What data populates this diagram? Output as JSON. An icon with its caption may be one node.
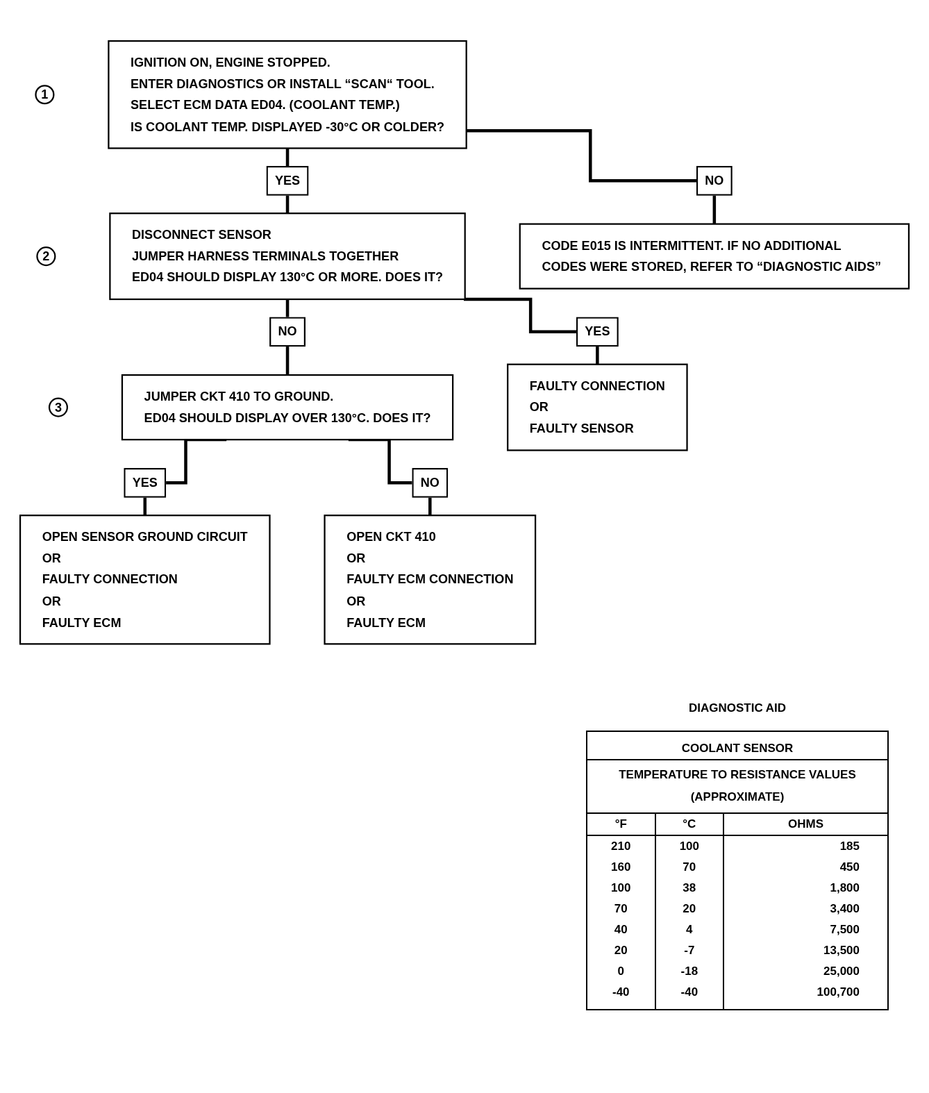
{
  "diagram": {
    "nodes": [
      {
        "text": [
          "1"
        ]
      },
      {
        "text": [
          "IGNITION ON, ENGINE STOPPED.",
          "ENTER DIAGNOSTICS OR INSTALL “SCAN“ TOOL.",
          "SELECT ECM DATA ED04. (COOLANT TEMP.)",
          "IS COOLANT TEMP. DISPLAYED -30°C OR COLDER?"
        ]
      },
      {
        "text": [
          "2"
        ]
      },
      {
        "text": [
          "DISCONNECT SENSOR",
          "JUMPER HARNESS TERMINALS TOGETHER",
          "ED04 SHOULD DISPLAY 130°C OR MORE. DOES IT?"
        ]
      },
      {
        "text": [
          "CODE E015 IS INTERMITTENT. IF NO ADDITIONAL CODES WERE STORED, REFER TO “DIAGNOSTIC AIDS”"
        ]
      },
      {
        "text": [
          "3"
        ]
      },
      {
        "text": [
          "JUMPER CKT 410 TO GROUND.",
          "ED04 SHOULD DISPLAY OVER 130°C. DOES IT?"
        ]
      },
      {
        "text": [
          "FAULTY CONNECTION",
          "OR",
          "FAULTY SENSOR"
        ]
      },
      {
        "text": [
          "OPEN SENSOR GROUND CIRCUIT",
          "OR",
          "FAULTY CONNECTION",
          "OR",
          "FAULTY ECM"
        ]
      },
      {
        "text": [
          "OPEN CKT 410",
          "OR",
          "FAULTY ECM CONNECTION",
          "OR",
          "FAULTY ECM"
        ]
      }
    ],
    "edges": [
      {
        "from": 1,
        "to": 3,
        "arrow": "none",
        "label": "YES"
      },
      {
        "from": 1,
        "to": 4,
        "arrow": "none",
        "label": "NO"
      },
      {
        "from": 3,
        "to": 6,
        "arrow": "none",
        "label": "NO"
      },
      {
        "from": 3,
        "to": 7,
        "arrow": "none",
        "label": "YES"
      },
      {
        "from": 6,
        "to": 8,
        "arrow": "none",
        "label": "YES"
      },
      {
        "from": 6,
        "to": 9,
        "arrow": "none",
        "label": "NO"
      }
    ],
    "labels": [
      "DIAGNOSTIC AID",
      "COOLANT SENSOR",
      "TEMPERATURE TO RESISTANCE VALUES (APPROXIMATE)",
      "°F",
      "°C",
      "OHMS",
      "210",
      "100",
      "185",
      "160",
      "70",
      "450",
      "100",
      "38",
      "1,800",
      "70",
      "20",
      "3,400",
      "40",
      "4",
      "7,500",
      "20",
      "-7",
      "13,500",
      "0",
      "-18",
      "25,000",
      "-40",
      "-40",
      "100,700"
    ]
  }
}
